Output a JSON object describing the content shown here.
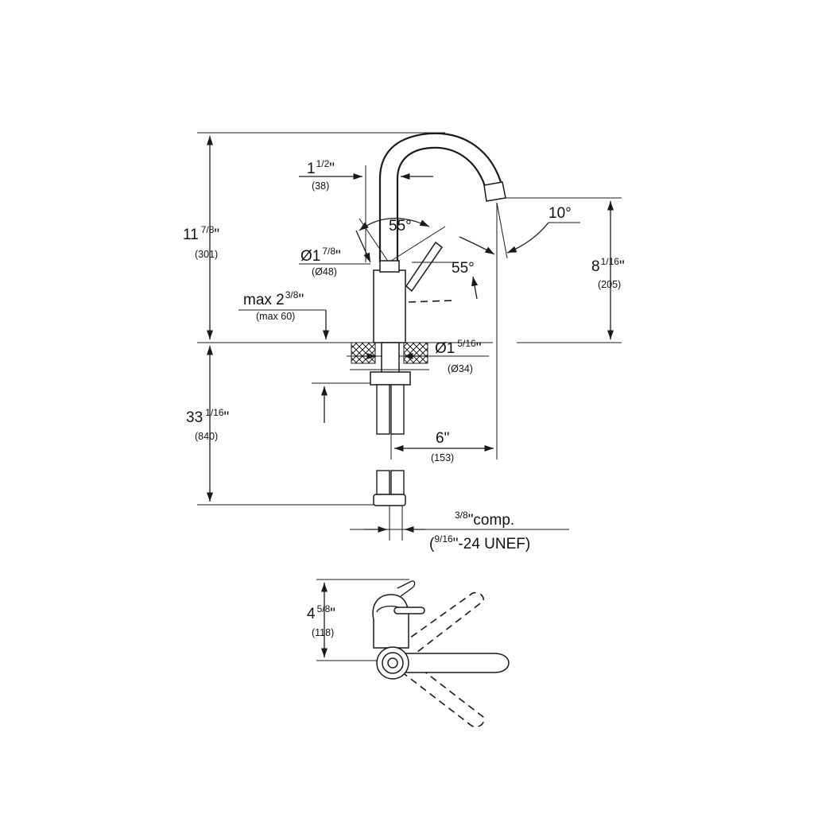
{
  "dimensions": {
    "total_height": {
      "whole": "11",
      "frac": "7/8",
      "unit": "\"",
      "mm": "(301)"
    },
    "neck_offset": {
      "whole": "1",
      "frac": "1/2",
      "unit": "\"",
      "mm": "(38)"
    },
    "swivel_angle": "55°",
    "lever_angle": "55°",
    "base_diameter": {
      "prefix": "Ø1",
      "frac": "7/8",
      "unit": "\"",
      "mm": "(Ø48)"
    },
    "max_deck": {
      "prefix": "max 2",
      "frac": "3/8",
      "unit": "\"",
      "mm": "(max 60)"
    },
    "spout_tilt": "10°",
    "spout_height": {
      "whole": "8",
      "frac": "1/16",
      "unit": "\"",
      "mm": "(205)"
    },
    "hole_diameter": {
      "prefix": "Ø1",
      "frac": "5/16",
      "unit": "\"",
      "mm": "(Ø34)"
    },
    "hose_length": {
      "whole": "33",
      "frac": "1/16",
      "unit": "\"",
      "mm": "(840)"
    },
    "spout_reach": {
      "text": "6\"",
      "mm": "(153)"
    },
    "connection": {
      "frac": "3/8",
      "text": "\"comp.",
      "open": "(",
      "frac2": "9/16",
      "text2": "\"-24 UNEF)"
    },
    "lever_clearance": {
      "whole": "4",
      "frac": "5/8",
      "unit": "\"",
      "mm": "(118)"
    }
  }
}
